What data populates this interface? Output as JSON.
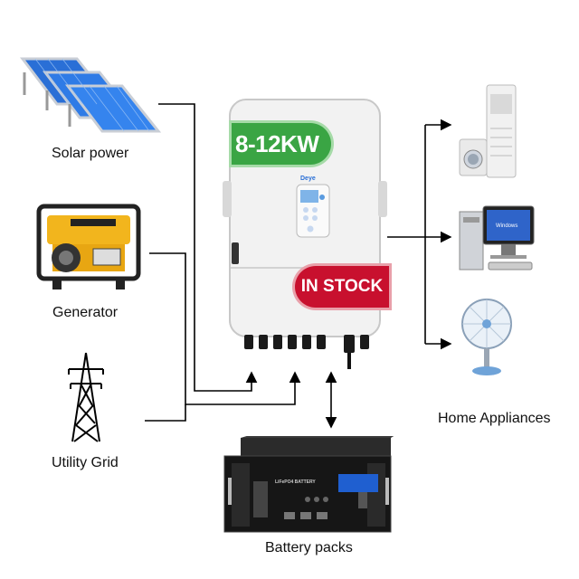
{
  "sources": {
    "solar": {
      "label": "Solar power",
      "icon": "solar-panel-icon"
    },
    "generator": {
      "label": "Generator",
      "icon": "generator-icon"
    },
    "grid": {
      "label": "Utility Grid",
      "icon": "transmission-tower-icon"
    }
  },
  "inverter": {
    "brand": "Deye",
    "power_badge": "8-12KW",
    "stock_badge": "IN STOCK",
    "badge_green": "#3aa544",
    "badge_red": "#c8102e"
  },
  "battery": {
    "label": "Battery packs",
    "brand_text": "LiFePO4 BATTERY"
  },
  "loads": {
    "label": "Home Appliances",
    "items": [
      {
        "icon": "air-conditioner-icon"
      },
      {
        "icon": "desktop-computer-icon",
        "screen_text": "Windows"
      },
      {
        "icon": "electric-fan-icon"
      }
    ]
  },
  "colors": {
    "line": "#000000",
    "solar_blue": "#2a6fd6"
  }
}
